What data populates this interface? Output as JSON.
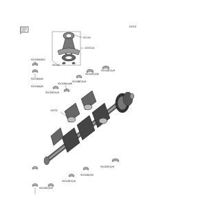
{
  "diagram": {
    "code": "E0301",
    "parts": {
      "p92150": "92150",
      "p13251": "13251/A",
      "p92015": "92015",
      "p92028_top": "92028/A/B/C",
      "p92028_mid1": "92028/A/B",
      "p92028_mid2": "92028/A/B",
      "p92028c_r": "92028C/D/E",
      "p92028f_r": "92028F/G/H",
      "p92028h": "92028H/I/J/K",
      "p92028f_l": "92028F/G/H",
      "p13031": "13031",
      "p92028f_b": "92028F/G/H",
      "p92028g": "92028G/H/I",
      "p92028f_b2": "92028F/G/H",
      "p92028c_b": "92028C/D/E",
      "p92028f_bl": "92028F/G/H"
    }
  }
}
